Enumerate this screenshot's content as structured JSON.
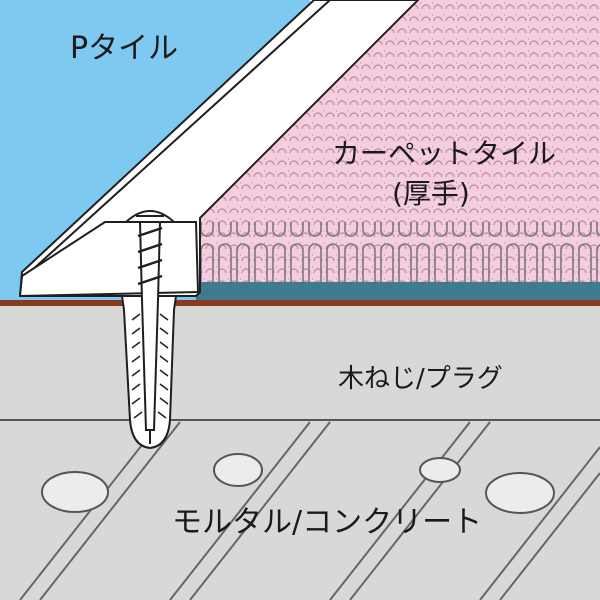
{
  "labels": {
    "p_tile": "Pタイル",
    "carpet_tile": "カーペットタイル",
    "carpet_tile_note": "(厚手)",
    "screw_plug": "木ねじ/プラグ",
    "mortar_concrete": "モルタル/コンクリート"
  },
  "colors": {
    "p_tile": "#7ec9f0",
    "carpet": "#f5cde0",
    "carpet_backing": "#3f7b8e",
    "floor": "#d8d8d8",
    "brown_line": "#8a3a1e",
    "trim": "#ffffff",
    "outline": "#1f1f1f"
  },
  "icons": [
    "screw-icon",
    "wall-plug-icon"
  ]
}
